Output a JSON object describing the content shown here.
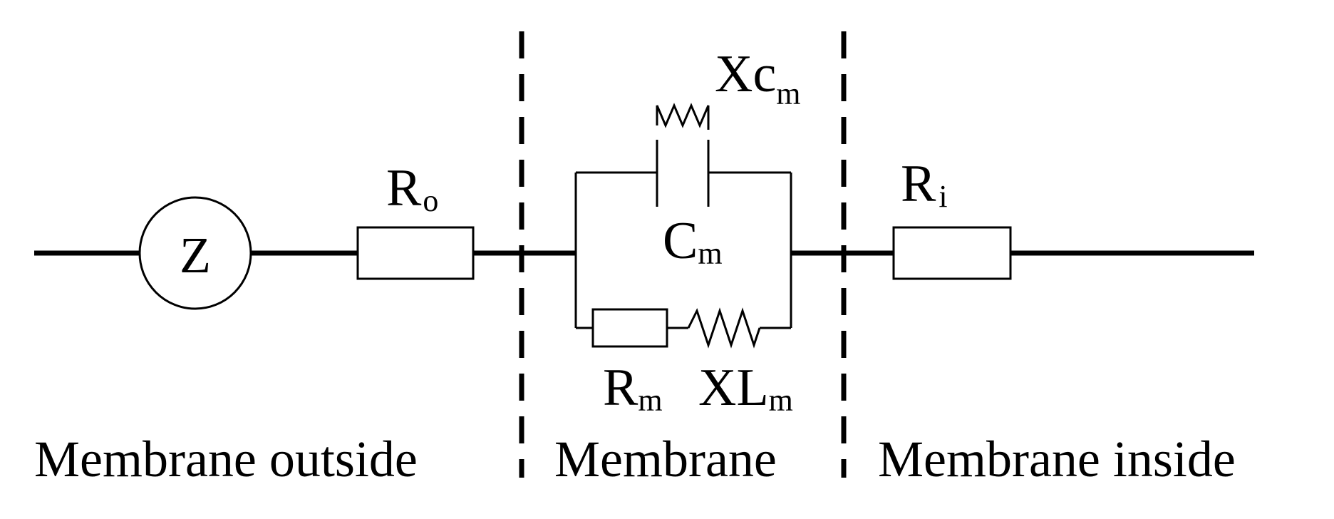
{
  "components": {
    "z": {
      "label": "Z"
    },
    "ro": {
      "label": "R",
      "sub": "o"
    },
    "ri": {
      "label": "R",
      "sub": "i"
    },
    "cm": {
      "label": "C",
      "sub": "m"
    },
    "xcm": {
      "label": "Xc",
      "sub": "m"
    },
    "rm": {
      "label": "R",
      "sub": "m"
    },
    "xlm": {
      "label": "XL",
      "sub": "m"
    }
  },
  "regions": {
    "outside": "Membrane outside",
    "membrane": "Membrane",
    "inside": "Membrane inside"
  }
}
